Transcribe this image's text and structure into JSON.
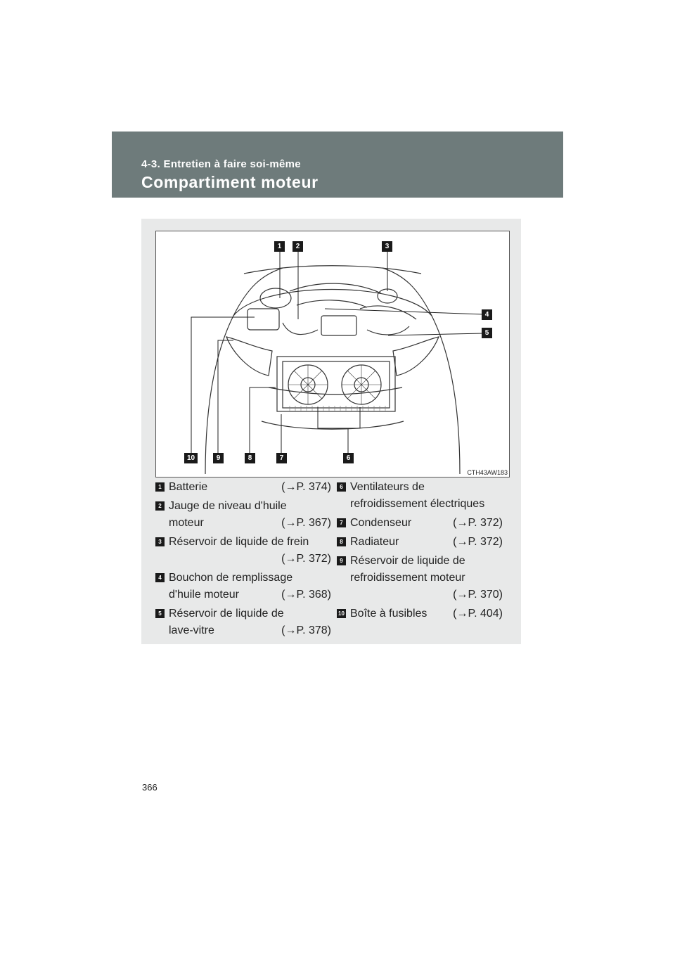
{
  "header": {
    "section_label": "4-3. Entretien à faire soi-même",
    "title": "Compartiment moteur"
  },
  "figure": {
    "code": "CTH43AW183",
    "callouts": [
      "1",
      "2",
      "3",
      "4",
      "5",
      "6",
      "7",
      "8",
      "9",
      "10"
    ]
  },
  "legend": {
    "left": [
      {
        "num": "1",
        "lines": [
          "Batterie"
        ],
        "ref": "(→P. 374)",
        "ref_on_last": true
      },
      {
        "num": "2",
        "lines": [
          "Jauge de niveau d'huile",
          "moteur"
        ],
        "ref": "(→P. 367)",
        "ref_on_last": true
      },
      {
        "num": "3",
        "lines": [
          "Réservoir de liquide de frein"
        ],
        "ref": "(→P. 372)",
        "ref_on_last": false
      },
      {
        "num": "4",
        "lines": [
          "Bouchon de remplissage",
          "d'huile moteur"
        ],
        "ref": "(→P. 368)",
        "ref_on_last": true
      },
      {
        "num": "5",
        "lines": [
          "Réservoir de liquide de",
          "lave-vitre"
        ],
        "ref": "(→P. 378)",
        "ref_on_last": true
      }
    ],
    "right": [
      {
        "num": "6",
        "lines": [
          "Ventilateurs de",
          "refroidissement électriques"
        ],
        "ref": "",
        "ref_on_last": true
      },
      {
        "num": "7",
        "lines": [
          "Condenseur"
        ],
        "ref": "(→P. 372)",
        "ref_on_last": true
      },
      {
        "num": "8",
        "lines": [
          "Radiateur"
        ],
        "ref": "(→P. 372)",
        "ref_on_last": true
      },
      {
        "num": "9",
        "lines": [
          "Réservoir de liquide de",
          "refroidissement moteur"
        ],
        "ref": "(→P. 370)",
        "ref_on_last": false
      },
      {
        "num": "10",
        "lines": [
          "Boîte à fusibles"
        ],
        "ref": "(→P. 404)",
        "ref_on_last": true
      }
    ]
  },
  "page_number": "366"
}
